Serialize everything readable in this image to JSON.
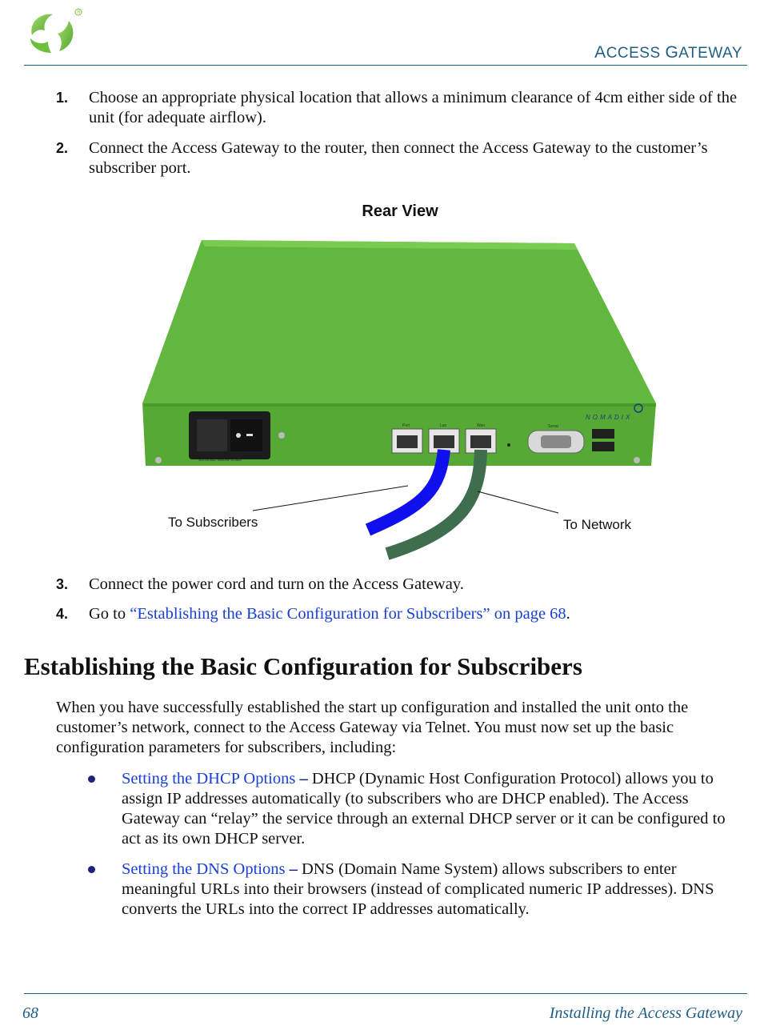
{
  "header": {
    "title_first_letter_1": "A",
    "title_rest_1": "CCESS",
    "title_first_letter_2": "G",
    "title_rest_2": "ATEWAY"
  },
  "steps_top": [
    {
      "num": "1.",
      "text": "Choose an appropriate physical location that allows a minimum clearance of 4cm either side of the unit (for adequate airflow)."
    },
    {
      "num": "2.",
      "text": "Connect the Access Gateway to the router, then connect the Access Gateway to the customer’s subscriber port."
    }
  ],
  "figure": {
    "title": "Rear View",
    "callout_left": "To Subscribers",
    "callout_right": "To Network",
    "brand": "NOMADIX",
    "port_labels": [
      "Port",
      "Lan",
      "Wan"
    ],
    "serial_label": "Serial"
  },
  "steps_bottom": [
    {
      "num": "3.",
      "text": "Connect the power cord and turn on the Access Gateway."
    },
    {
      "num": "4.",
      "prefix": "Go to ",
      "link": "“Establishing the Basic Configuration for Subscribers” on page 68",
      "suffix": "."
    }
  ],
  "section": {
    "heading": "Establishing the Basic Configuration for Subscribers",
    "intro": "When you have successfully established the start up configuration and installed the unit onto the customer’s network, connect to the Access Gateway via Telnet. You must now set up the basic configuration parameters for subscribers, including:",
    "bullets": [
      {
        "link": "Setting the DHCP Options",
        "dash": " – ",
        "text": "DHCP (Dynamic Host Configuration Protocol) allows you to assign IP addresses automatically (to subscribers who are DHCP enabled). The Access Gateway can “relay” the service through an external DHCP server or it can be configured to act as its own DHCP server."
      },
      {
        "link": "Setting the DNS Options",
        "dash": " – ",
        "text": "DNS (Domain Name System) allows subscribers to enter meaningful URLs into their browsers (instead of complicated numeric IP addresses). DNS converts the URLs into the correct IP addresses automatically."
      }
    ]
  },
  "footer": {
    "page_number": "68",
    "chapter": "Installing the Access Gateway"
  },
  "colors": {
    "accent": "#1f5f85",
    "link": "#1a3fd6",
    "device_green": "#5cb63a",
    "cable_blue": "#1010ee",
    "cable_green": "#3f6e4f"
  }
}
